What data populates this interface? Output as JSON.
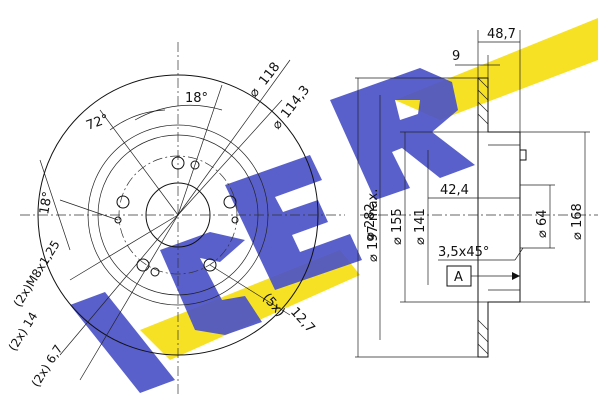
{
  "watermark": {
    "brand": "ICER",
    "colors": {
      "blue": "#4b53c7",
      "yellow": "#f5df19"
    }
  },
  "front_view": {
    "angle_top": "18°",
    "angle_left": "72°",
    "angle_side": "18°",
    "dia_118": "118",
    "dia_114_3": "114,3",
    "thread": "(2x)M8x1,25",
    "hole_14": "(2x) 14",
    "hole_6_7": "(2x) 6,7",
    "bolt_count": "(5x)",
    "hole_12_7": "12,7"
  },
  "section_view": {
    "width_48_7": "48,7",
    "thickness_9": "9",
    "dia_282": "282",
    "dia_197": "197 max.",
    "dia_155": "155",
    "dia_141": "141",
    "depth_42_4": "42,4",
    "dia_64": "64",
    "dia_168": "168",
    "chamfer": "3,5x45°",
    "datum": "A"
  }
}
